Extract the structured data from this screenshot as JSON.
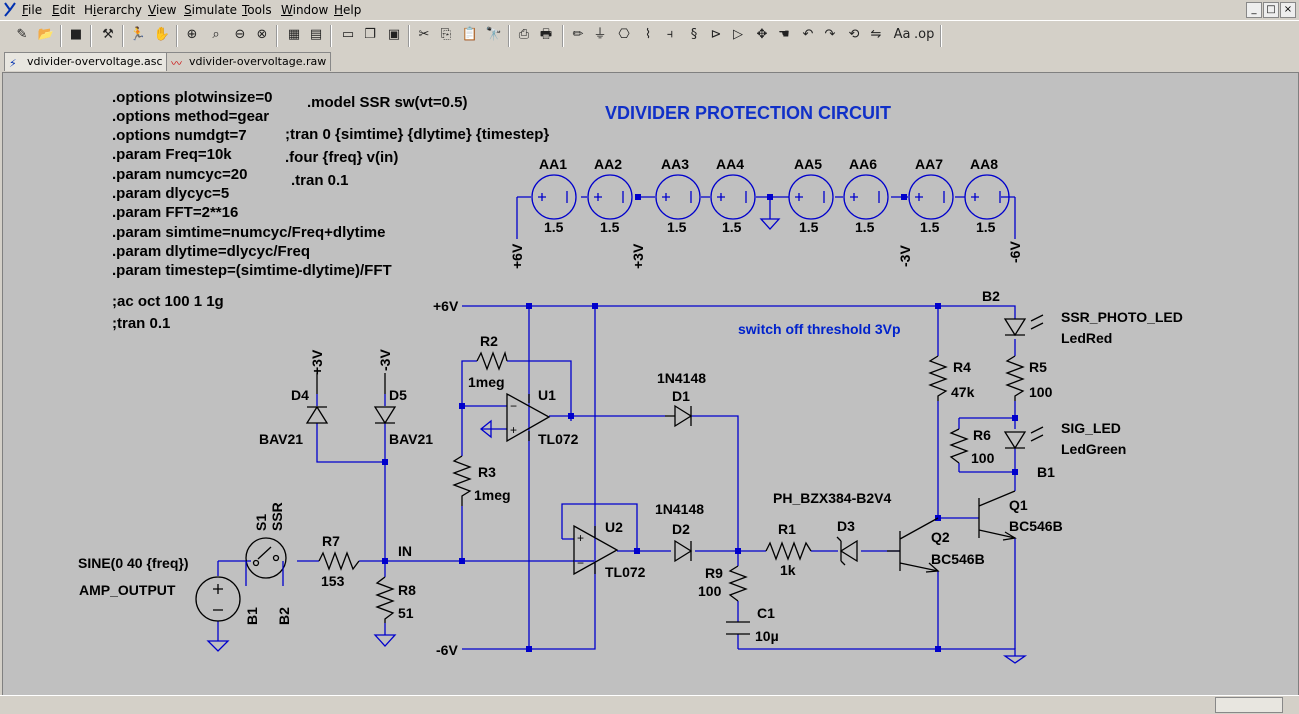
{
  "menu": [
    "File",
    "Edit",
    "Hierarchy",
    "View",
    "Simulate",
    "Tools",
    "Window",
    "Help"
  ],
  "menu_underline": [
    "F",
    "E",
    "i",
    "V",
    "S",
    "T",
    "W",
    "H"
  ],
  "window_controls": [
    "_",
    "□",
    "×"
  ],
  "toolbar_icons": [
    "new-schematic-icon",
    "open-icon",
    "save-icon",
    "control-panel-icon",
    "run-icon",
    "halt-icon",
    "zoom-in-icon",
    "pan-icon",
    "zoom-out-icon",
    "zoom-cancel-icon",
    "plot-settings-icon",
    "autorange-icon",
    "tile-horizontal-icon",
    "cascade-icon",
    "close-window-icon",
    "cut-icon",
    "copy-icon",
    "paste-icon",
    "find-icon",
    "print-setup-icon",
    "print-icon",
    "draw-wire-icon",
    "ground-icon",
    "label-net-icon",
    "resistor-icon",
    "capacitor-icon",
    "diode-icon",
    "component-icon",
    "move-icon",
    "drag-icon",
    "undo-icon",
    "redo-icon",
    "rotate-icon",
    "mirror-icon",
    "text-icon",
    "spice-directive-icon"
  ],
  "tabs": [
    {
      "label": "vdivider-overvoltage.asc",
      "icon": "schematic-icon",
      "active": true
    },
    {
      "label": "vdivider-overvoltage.raw",
      "icon": "waveform-icon",
      "active": false
    }
  ],
  "schematic": {
    "title": "VDIVIDER PROTECTION CIRCUIT",
    "directives_left": [
      ".options plotwinsize=0",
      ".options method=gear",
      ".options numdgt=7",
      ".param Freq=10k",
      ".param numcyc=20",
      ".param dlycyc=5",
      ".param FFT=2**16",
      ".param simtime=numcyc/Freq+dlytime",
      ".param dlytime=dlycyc/Freq",
      ".param timestep=(simtime-dlytime)/FFT"
    ],
    "comments_left": [
      ";ac oct 100 1 1g",
      ";tran 0.1"
    ],
    "model": ".model SSR sw(vt=0.5)",
    "tran_comment": ";tran 0 {simtime} {dlytime} {timestep}",
    "four": ".four {freq} v(in)",
    "tran": ".tran 0.1",
    "threshold_note": "switch off threshold 3Vp",
    "batteries": [
      {
        "name": "AA1",
        "value": "1.5"
      },
      {
        "name": "AA2",
        "value": "1.5"
      },
      {
        "name": "AA3",
        "value": "1.5"
      },
      {
        "name": "AA4",
        "value": "1.5"
      },
      {
        "name": "AA5",
        "value": "1.5"
      },
      {
        "name": "AA6",
        "value": "1.5"
      },
      {
        "name": "AA7",
        "value": "1.5"
      },
      {
        "name": "AA8",
        "value": "1.5"
      }
    ],
    "rail_labels": {
      "p6_bat": "+6V",
      "p3_bat": "+3V",
      "m3_bat": "-3V",
      "m6_bat": "-6V",
      "p6": "+6V",
      "m6": "-6V",
      "p3": "+3V",
      "m3": "-3V"
    },
    "nets": {
      "in": "IN",
      "b2": "B2",
      "b1": "B1"
    },
    "components": {
      "d4": {
        "name": "D4",
        "value": "BAV21"
      },
      "d5": {
        "name": "D5",
        "value": "BAV21"
      },
      "r2": {
        "name": "R2",
        "value": "1meg"
      },
      "r3": {
        "name": "R3",
        "value": "1meg"
      },
      "u1": {
        "name": "U1",
        "value": "TL072"
      },
      "u2": {
        "name": "U2",
        "value": "TL072"
      },
      "d1": {
        "name": "D1",
        "value": "1N4148"
      },
      "d2": {
        "name": "D2",
        "value": "1N4148"
      },
      "r1": {
        "name": "R1",
        "value": "1k"
      },
      "d3": {
        "name": "D3",
        "value": "PH_BZX384-B2V4"
      },
      "r9": {
        "name": "R9",
        "value": "100"
      },
      "c1": {
        "name": "C1",
        "value": "10µ"
      },
      "r4": {
        "name": "R4",
        "value": "47k"
      },
      "r5": {
        "name": "R5",
        "value": "100"
      },
      "r6": {
        "name": "R6",
        "value": "100"
      },
      "q1": {
        "name": "Q1",
        "value": "BC546B"
      },
      "q2": {
        "name": "Q2",
        "value": "BC546B"
      },
      "led1": {
        "name": "SSR_PHOTO_LED",
        "value": "LedRed"
      },
      "led2": {
        "name": "SIG_LED",
        "value": "LedGreen"
      },
      "r7": {
        "name": "R7",
        "value": "153"
      },
      "r8": {
        "name": "R8",
        "value": "51"
      },
      "s1": {
        "name": "S1",
        "value": "SSR",
        "pin1": "B1",
        "pin2": "B2"
      },
      "v1": {
        "name": "AMP_OUTPUT",
        "value": "SINE(0 40 {freq})"
      }
    }
  },
  "colors": {
    "wire": "#0000cc",
    "canvas": "#c0c0c0",
    "title": "#1030c8"
  }
}
